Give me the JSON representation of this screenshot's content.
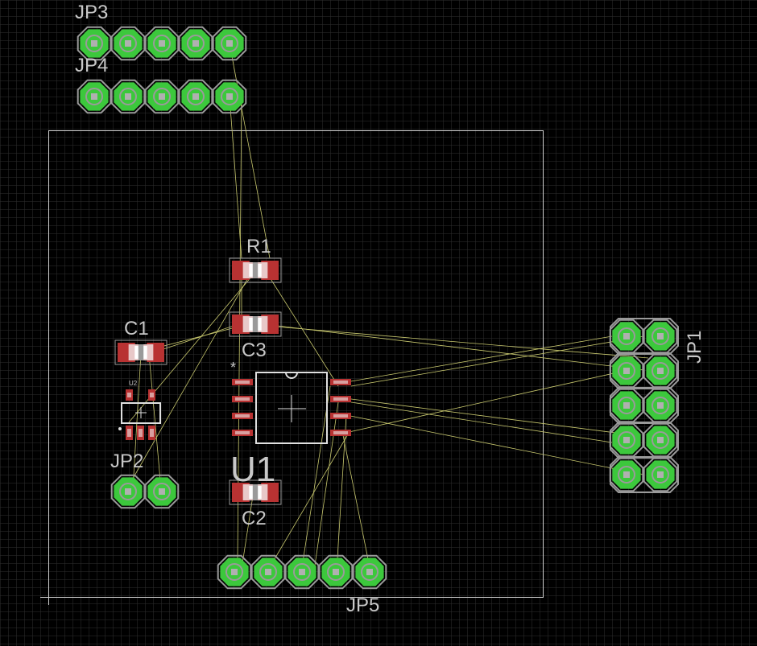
{
  "app": {
    "view": "board-editor",
    "colors": {
      "background": "#000000",
      "grid": "#2f2f2f",
      "outline": "#d0d0d0",
      "pad": "#3cc83c",
      "pad_ring": "#9a9a9a",
      "smd": "#b83232",
      "airwire": "#c8c86e",
      "label": "#c8c8c8"
    }
  },
  "components": {
    "jp3": {
      "label": "JP3",
      "pins": 5
    },
    "jp4": {
      "label": "JP4",
      "pins": 5
    },
    "jp1": {
      "label": "JP1",
      "pins": 10
    },
    "jp2": {
      "label": "JP2",
      "pins": 2
    },
    "jp5": {
      "label": "JP5",
      "pins": 5
    },
    "r1": {
      "label": "R1"
    },
    "c1": {
      "label": "C1"
    },
    "c2": {
      "label": "C2"
    },
    "c3": {
      "label": "C3"
    },
    "u1": {
      "label": "U1",
      "pin1_marker": "*"
    },
    "u2": {
      "label": "U2"
    }
  }
}
